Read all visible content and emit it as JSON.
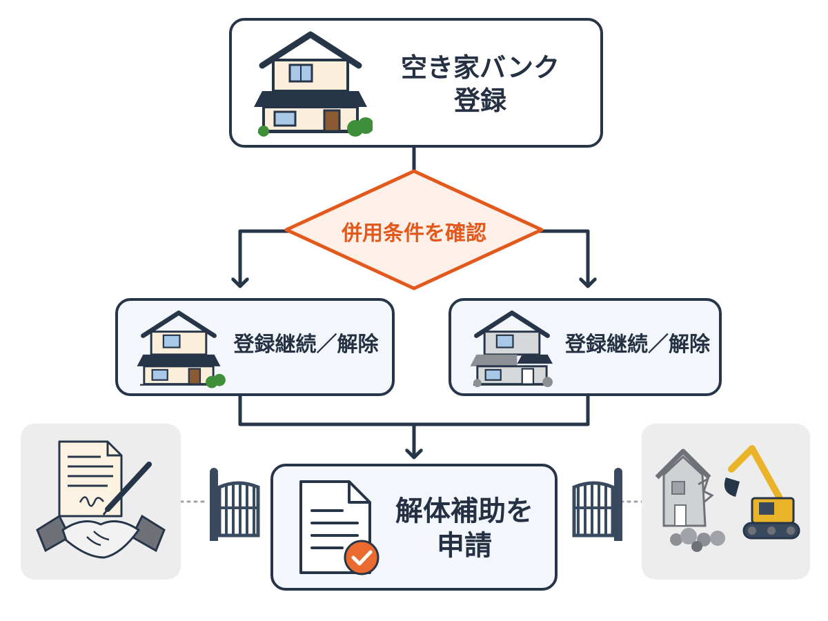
{
  "nodes": {
    "start": {
      "text": "空き家バンク\n登録",
      "icon": "house-icon"
    },
    "decision": {
      "text": "併用条件を確認"
    },
    "left_branch": {
      "text": "登録継続／解除",
      "icon": "house-icon"
    },
    "right_branch": {
      "text": "登録継続／解除",
      "icon": "old-house-icon"
    },
    "end": {
      "text": "解体補助を\n申請",
      "icon": "document-check-icon"
    }
  },
  "side_panels": {
    "left": {
      "icon": "contract-handshake-icon"
    },
    "right": {
      "icon": "demolition-excavator-icon"
    }
  },
  "gates": {
    "left": "gate-icon",
    "right": "gate-icon"
  },
  "colors": {
    "outline": "#263548",
    "decision_accent": "#e3581b",
    "decision_fill": "#fdf0e8",
    "check_badge": "#ea6a2f"
  }
}
